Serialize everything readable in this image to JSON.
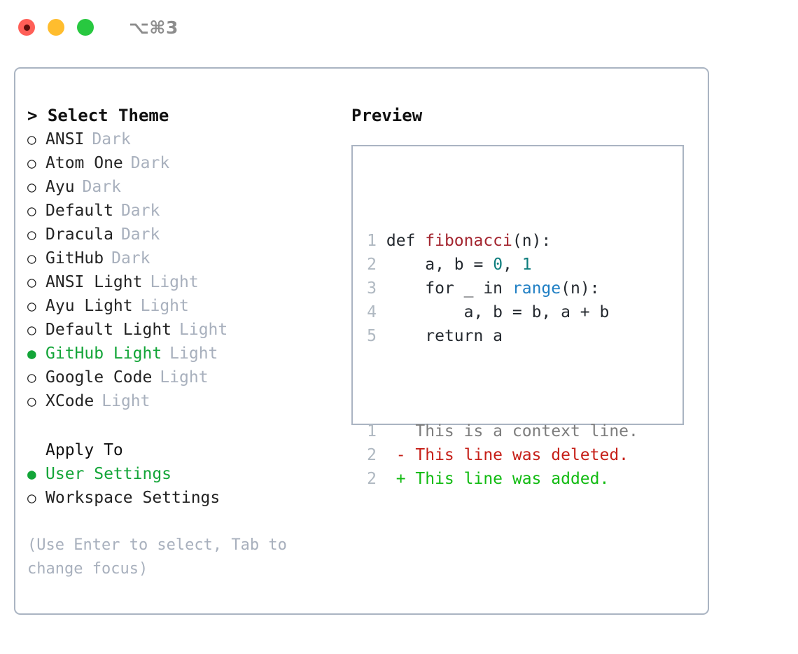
{
  "titlebar": {
    "shortcut": "⌥⌘3",
    "lights": [
      {
        "name": "close",
        "color": "#ff5f57"
      },
      {
        "name": "minimize",
        "color": "#ffbd2e"
      },
      {
        "name": "maximize",
        "color": "#28c840"
      }
    ]
  },
  "theme_picker": {
    "heading": "> Select Theme",
    "marker_off": "○",
    "marker_on": "●",
    "options": [
      {
        "name": "ANSI",
        "suffix": "Dark",
        "selected": false
      },
      {
        "name": "Atom One",
        "suffix": "Dark",
        "selected": false
      },
      {
        "name": "Ayu",
        "suffix": "Dark",
        "selected": false
      },
      {
        "name": "Default",
        "suffix": "Dark",
        "selected": false
      },
      {
        "name": "Dracula",
        "suffix": "Dark",
        "selected": false
      },
      {
        "name": "GitHub",
        "suffix": "Dark",
        "selected": false
      },
      {
        "name": "ANSI Light",
        "suffix": "Light",
        "selected": false
      },
      {
        "name": "Ayu Light",
        "suffix": "Light",
        "selected": false
      },
      {
        "name": "Default Light",
        "suffix": "Light",
        "selected": false
      },
      {
        "name": "GitHub Light",
        "suffix": "Light",
        "selected": true
      },
      {
        "name": "Google Code",
        "suffix": "Light",
        "selected": false
      },
      {
        "name": "XCode",
        "suffix": "Light",
        "selected": false
      }
    ]
  },
  "apply_to": {
    "heading": "Apply To",
    "options": [
      {
        "name": "User Settings",
        "selected": true
      },
      {
        "name": "Workspace Settings",
        "selected": false
      }
    ]
  },
  "hint": "(Use Enter to select, Tab to change focus)",
  "preview": {
    "heading": "Preview",
    "code_lines": [
      {
        "num": "1",
        "tokens": [
          {
            "t": "def ",
            "c": "plain"
          },
          {
            "t": "fibonacci",
            "c": "fn"
          },
          {
            "t": "(n):",
            "c": "plain"
          }
        ]
      },
      {
        "num": "2",
        "tokens": [
          {
            "t": "    a, b = ",
            "c": "plain"
          },
          {
            "t": "0",
            "c": "num"
          },
          {
            "t": ", ",
            "c": "plain"
          },
          {
            "t": "1",
            "c": "num"
          }
        ]
      },
      {
        "num": "3",
        "tokens": [
          {
            "t": "    for _ in ",
            "c": "plain"
          },
          {
            "t": "range",
            "c": "builtin"
          },
          {
            "t": "(n):",
            "c": "plain"
          }
        ]
      },
      {
        "num": "4",
        "tokens": [
          {
            "t": "        a, b = b, a + b",
            "c": "plain"
          }
        ]
      },
      {
        "num": "5",
        "tokens": [
          {
            "t": "    return a",
            "c": "plain"
          }
        ]
      }
    ],
    "diff_lines": [
      {
        "num": "1",
        "sign": " ",
        "text": " This is a context line.",
        "kind": "ctx"
      },
      {
        "num": "2",
        "sign": "-",
        "text": " This line was deleted.",
        "kind": "del"
      },
      {
        "num": "2",
        "sign": "+",
        "text": " This line was added.",
        "kind": "add"
      }
    ]
  },
  "colors": {
    "accent_green": "#13a538",
    "muted": "#a8b0bd",
    "border": "#aab4c2",
    "diff_add": "#12bb12",
    "diff_del": "#c62019",
    "syntax_fn": "#a3252f",
    "syntax_num": "#0d7d7d",
    "syntax_builtin": "#1f7fc4"
  }
}
